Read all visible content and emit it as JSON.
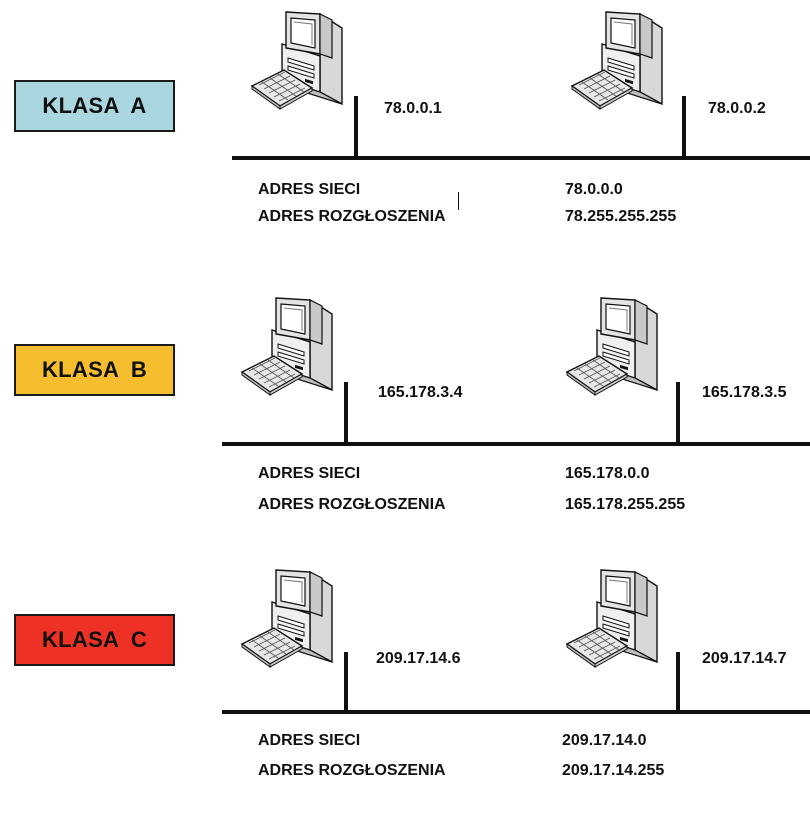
{
  "sections": [
    {
      "badge": {
        "label": "KLASA  A",
        "color": "#a9d6df"
      },
      "hosts": [
        "78.0.0.1",
        "78.0.0.2"
      ],
      "network_label": "ADRES SIECI",
      "network_address": "78.0.0.0",
      "broadcast_label": "ADRES ROZGŁOSZENIA",
      "broadcast_address": "78.255.255.255"
    },
    {
      "badge": {
        "label": "KLASA  B",
        "color": "#f6bd2f"
      },
      "hosts": [
        "165.178.3.4",
        "165.178.3.5"
      ],
      "network_label": "ADRES SIECI",
      "network_address": "165.178.0.0",
      "broadcast_label": "ADRES ROZGŁOSZENIA",
      "broadcast_address": "165.178.255.255"
    },
    {
      "badge": {
        "label": "KLASA  C",
        "color": "#ee3125"
      },
      "hosts": [
        "209.17.14.6",
        "209.17.14.7"
      ],
      "network_label": "ADRES SIECI",
      "network_address": "209.17.14.0",
      "broadcast_label": "ADRES ROZGŁOSZENIA",
      "broadcast_address": "209.17.14.255"
    }
  ],
  "icons": {
    "host": "desktop-computer-icon"
  }
}
